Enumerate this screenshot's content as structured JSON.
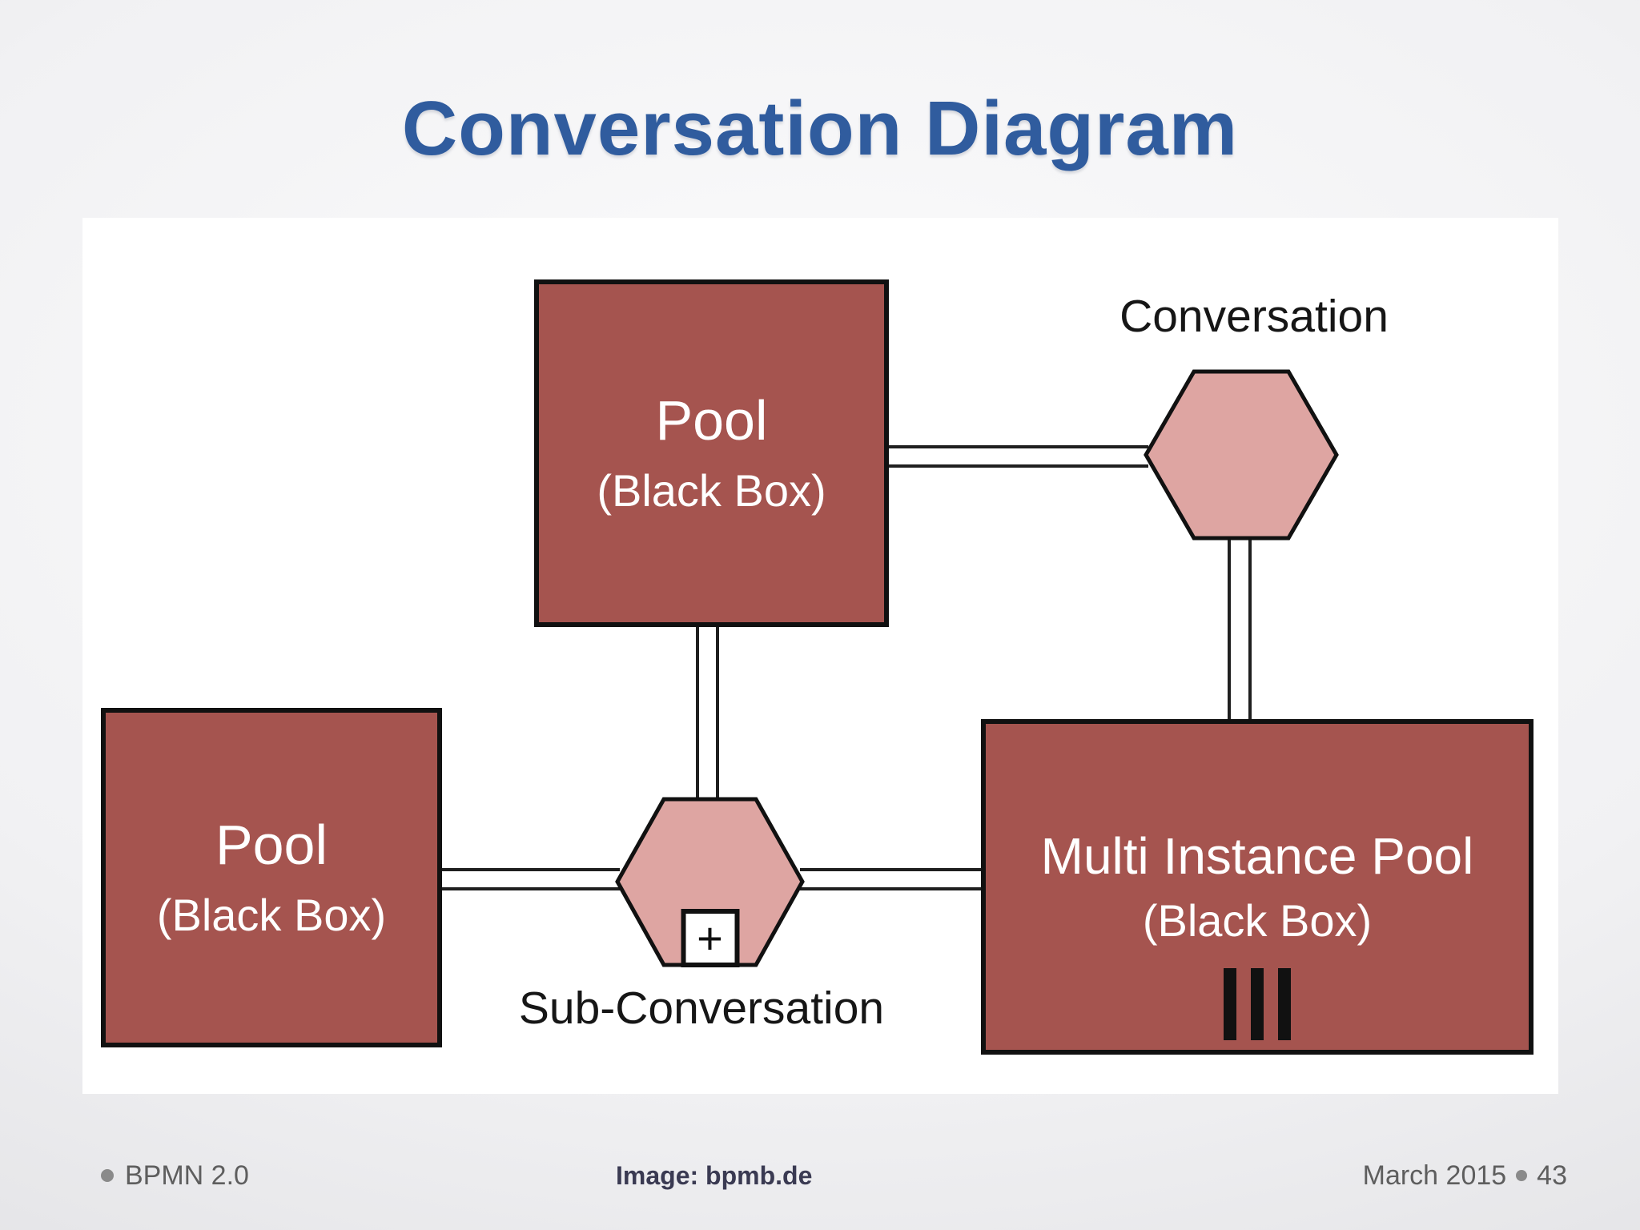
{
  "title": "Conversation Diagram",
  "diagram": {
    "pool_top": {
      "label": "Pool",
      "sublabel": "(Black Box)"
    },
    "pool_left": {
      "label": "Pool",
      "sublabel": "(Black Box)"
    },
    "multi_instance_pool": {
      "label": "Multi Instance Pool",
      "sublabel": "(Black Box)",
      "marker": "multi-instance-bars"
    },
    "conversation": {
      "label": "Conversation"
    },
    "sub_conversation": {
      "label": "Sub-Conversation",
      "marker": "collapsed-sub-process-plus",
      "marker_glyph": "+"
    }
  },
  "footer": {
    "left": "BPMN 2.0",
    "credit": "Image: bpmb.de",
    "date": "March 2015",
    "page": "43"
  },
  "colors": {
    "title_text": "#305C9E",
    "pool_fill": "#A5544F",
    "pool_text": "#FFFFFF",
    "hexagon_fill": "#DEA5A2",
    "shape_border": "#111111",
    "connector": "#1F1F1F",
    "label_text": "#161616",
    "panel_bg": "#FFFFFF",
    "footer_text": "#5E5E5E",
    "footer_bullet": "#8A8A8A",
    "credit_text": "#3A3A52"
  }
}
